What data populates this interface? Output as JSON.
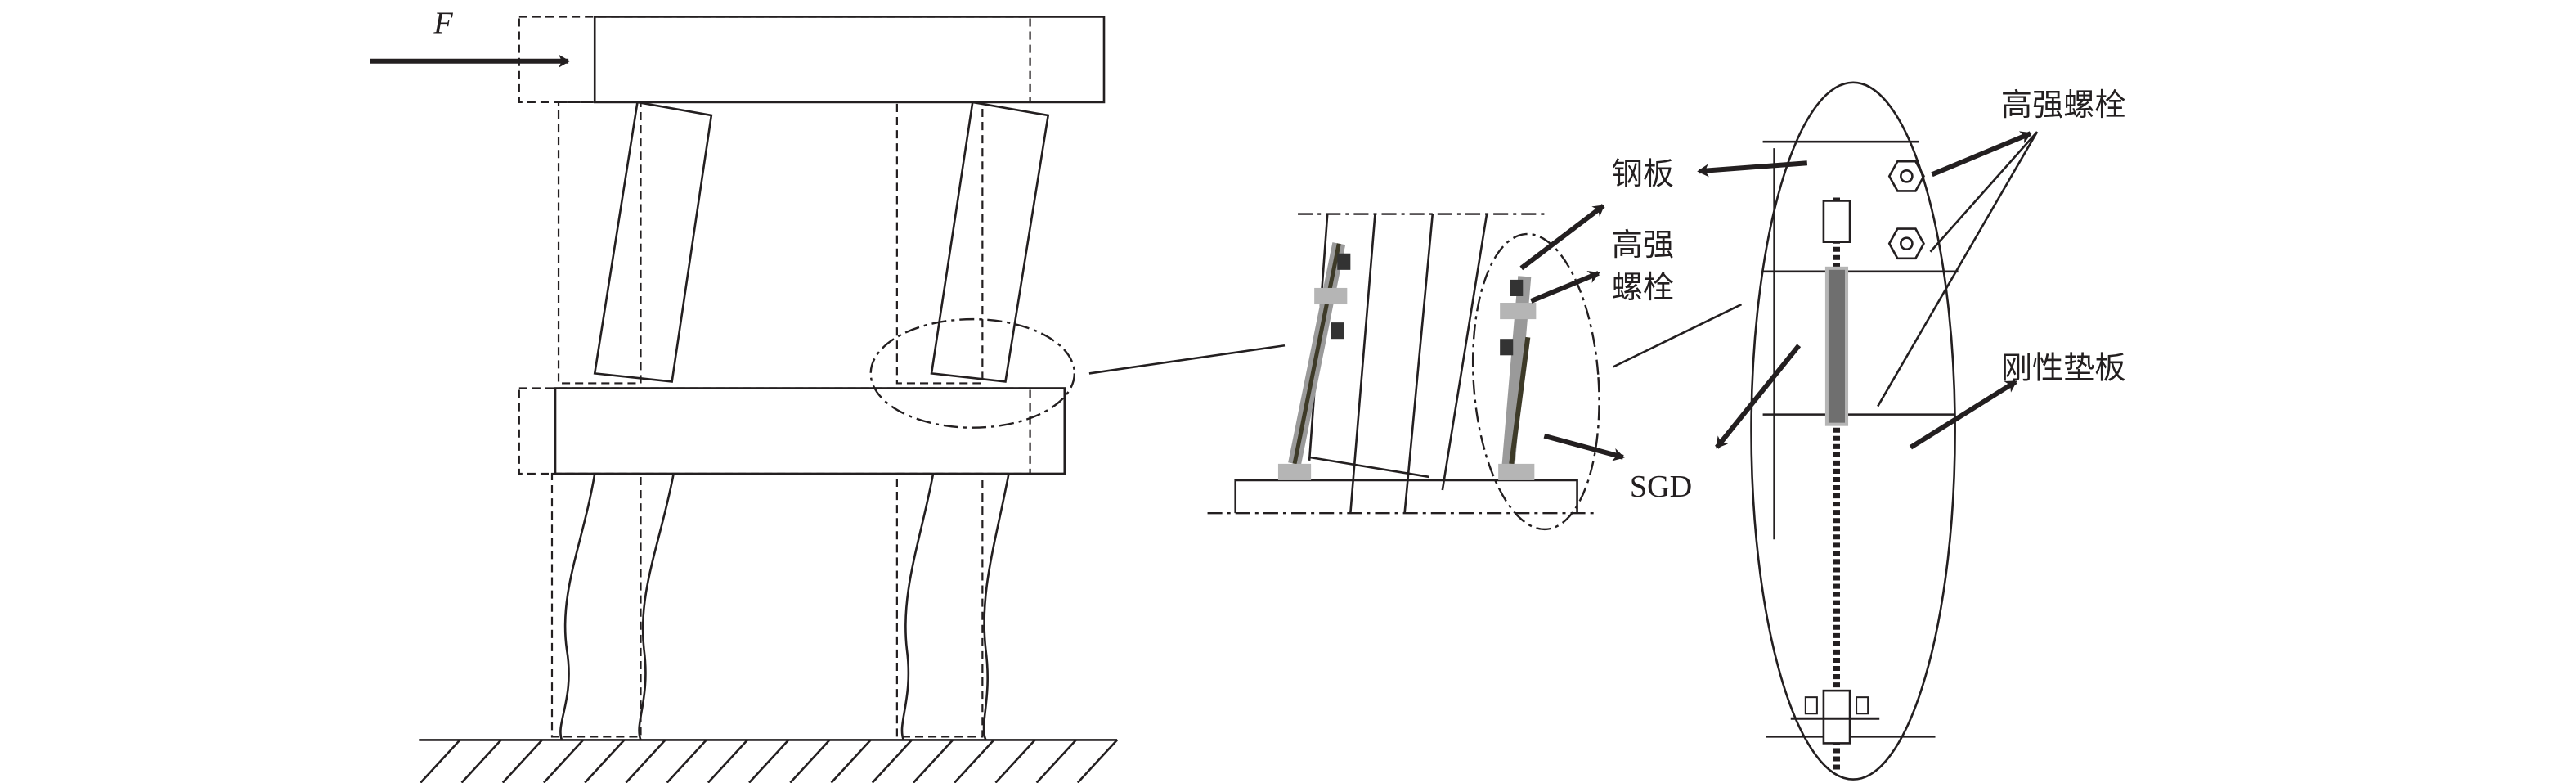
{
  "labels": {
    "force": "F",
    "steel_plate": "钢板",
    "hs_bolt_line1": "高强",
    "hs_bolt_line2": "螺栓",
    "sgd": "SGD",
    "hs_bolt_right": "高强螺栓",
    "rigid_pad": "刚性垫板"
  },
  "colors": {
    "line": "#231f20",
    "device_gray": "#9a9a9a",
    "device_core": "#3d3a28",
    "pad_gray": "#b5b5b5"
  }
}
